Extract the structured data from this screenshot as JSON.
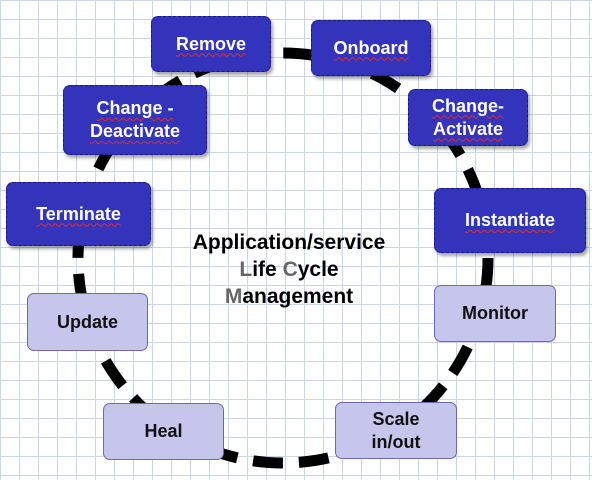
{
  "title": {
    "line1": "Application/service",
    "line2_cap": "L",
    "line2_rest": "ife ",
    "line2_cap2": "C",
    "line2_rest2": "ycle",
    "line3_cap": "M",
    "line3_rest": "anagement"
  },
  "stages": [
    {
      "label": "Remove",
      "style": "dark"
    },
    {
      "label": "Onboard",
      "style": "dark"
    },
    {
      "label": "Change-\nActivate",
      "style": "dark"
    },
    {
      "label": "Instantiate",
      "style": "dark"
    },
    {
      "label": "Monitor",
      "style": "light"
    },
    {
      "label": "Scale\nin/out",
      "style": "light"
    },
    {
      "label": "Heal",
      "style": "light"
    },
    {
      "label": "Update",
      "style": "light"
    },
    {
      "label": "Terminate",
      "style": "dark"
    },
    {
      "label": "Change -\nDeactivate",
      "style": "dark"
    }
  ],
  "colors": {
    "dark_box": "#3333bb",
    "light_box": "#c6c6ec",
    "ring": "#000000",
    "grid": "#c9d6e8"
  }
}
